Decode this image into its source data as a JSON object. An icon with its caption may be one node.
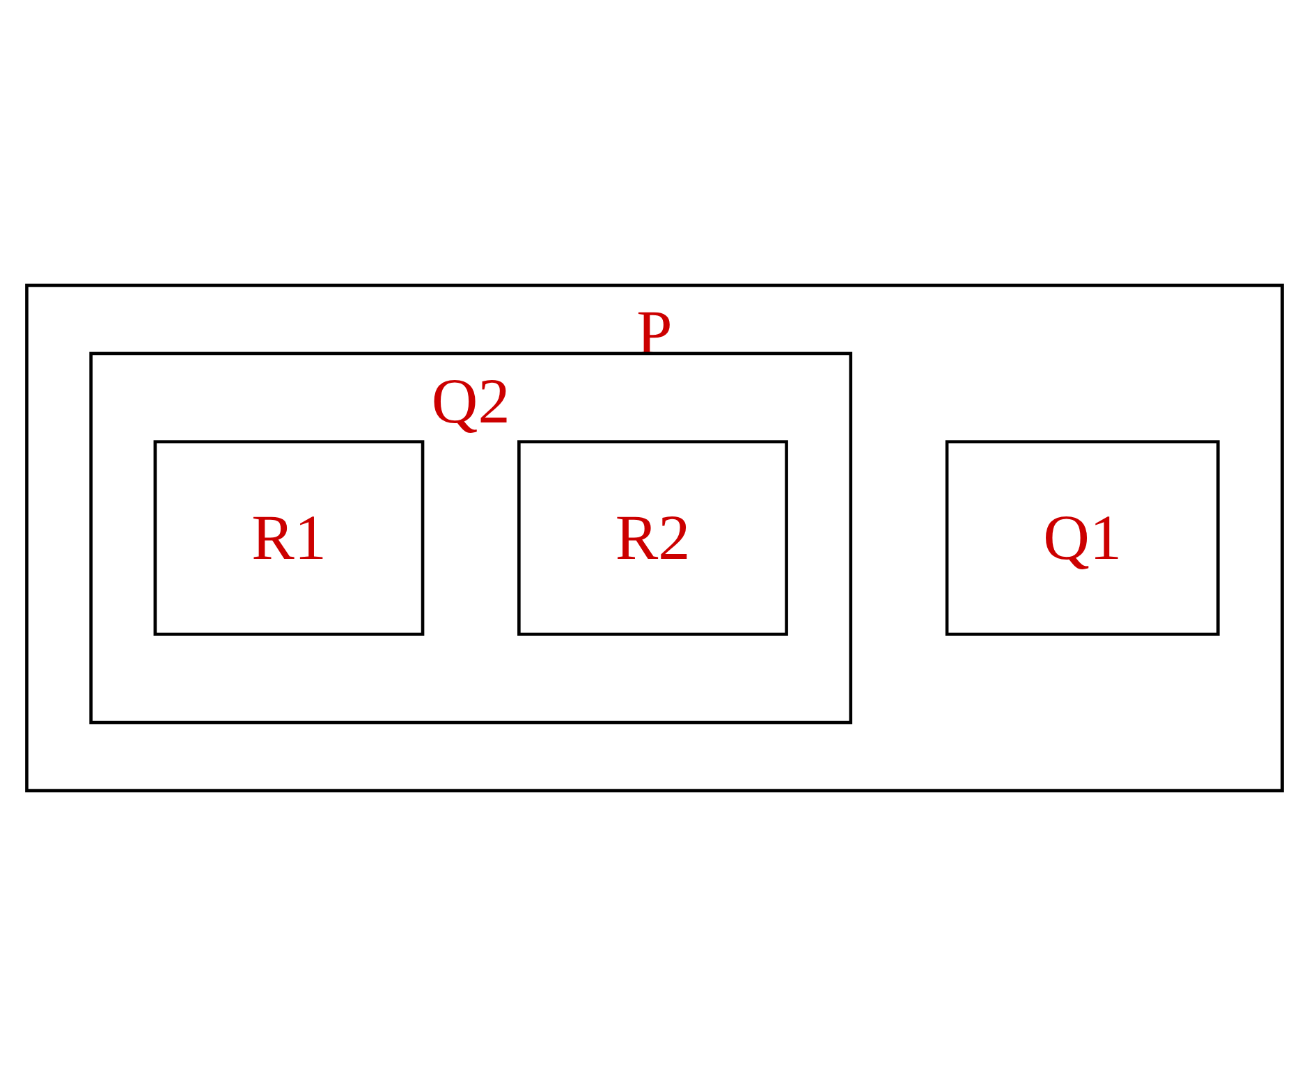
{
  "diagram": {
    "nodes": [
      {
        "text": [
          "P"
        ]
      },
      {
        "text": [
          "Q1"
        ],
        "in": 0
      },
      {
        "text": [
          "Q2"
        ],
        "in": 0
      },
      {
        "text": [
          "R1"
        ],
        "in": 2
      },
      {
        "text": [
          "R2"
        ],
        "in": 2
      }
    ]
  }
}
